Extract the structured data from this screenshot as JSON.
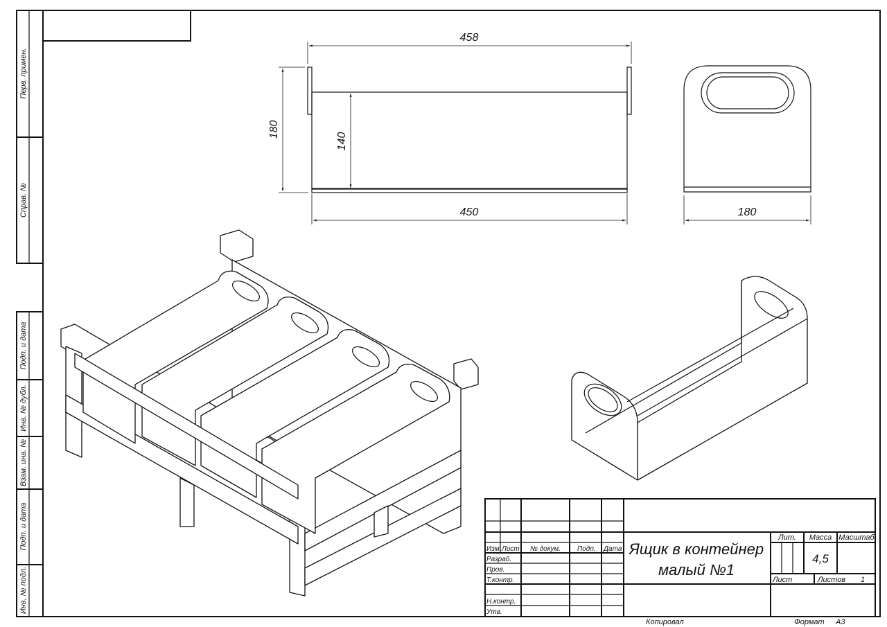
{
  "side_strip": {
    "labels": [
      "Перв. примен.",
      "Справ. №",
      "Подп. и дата",
      "Инв. № дубл.",
      "Взам. инв. №",
      "Подп. и дата",
      "Инв. № подл."
    ]
  },
  "dimensions": {
    "front_overall_width": "458",
    "front_overall_height": "180",
    "front_inner_height": "140",
    "front_bottom_length": "450",
    "side_width": "180"
  },
  "title_block": {
    "columns": [
      "Изм.",
      "Лист",
      "№ докум.",
      "Подп.",
      "Дата"
    ],
    "rows": [
      "Разраб.",
      "Пров.",
      "Т.контр.",
      "Н.контр.",
      "Утв."
    ],
    "title_line1": "Ящик в контейнер",
    "title_line2": "малый №1",
    "lit_label": "Лит.",
    "mass_label": "Масса",
    "scale_label": "Масштаб",
    "mass_value": "4,5",
    "sheet_label": "Лист",
    "sheets_label": "Листов",
    "sheets_value": "1",
    "copied_label": "Копировал",
    "format_label": "Формат",
    "format_value": "A3"
  }
}
